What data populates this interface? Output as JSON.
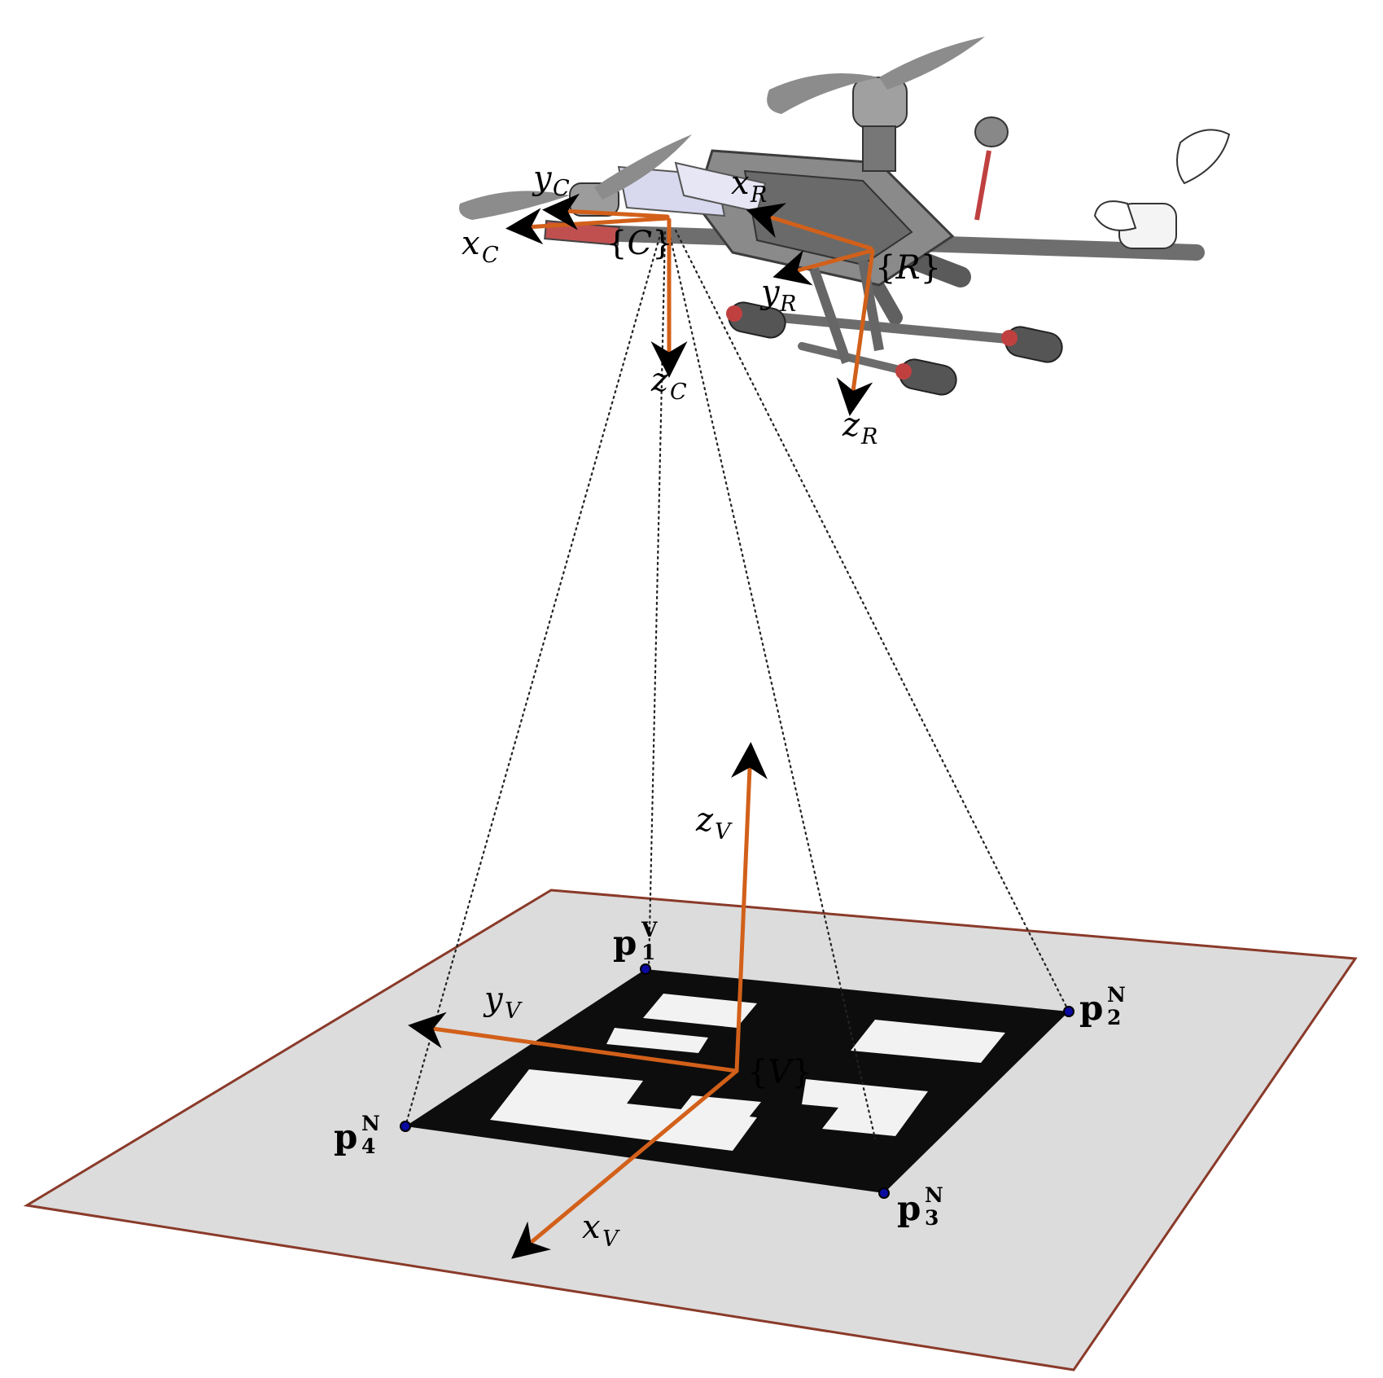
{
  "colors": {
    "axis": "#d2601a",
    "arrowhead": "#000000",
    "marker": "#111111",
    "ground": "#dcdcdc",
    "ground_edge": "#8a3a2a",
    "corner_point": "#0a0aa0",
    "drone_body": "#7a7a7a"
  },
  "icons": {
    "drone": "quadrotor-drone-icon",
    "marker": "fiducial-marker-icon"
  },
  "labels": {
    "camera_frame": {
      "open": "{",
      "letter": "C",
      "close": "}"
    },
    "robot_frame": {
      "open": "{",
      "letter": "R",
      "close": "}"
    },
    "marker_frame": {
      "open": "{",
      "letter": "V",
      "close": "}"
    },
    "x_C": {
      "base": "x",
      "sub": "C"
    },
    "y_C": {
      "base": "y",
      "sub": "C"
    },
    "z_C": {
      "base": "z",
      "sub": "C"
    },
    "x_R": {
      "base": "x",
      "sub": "R"
    },
    "y_R": {
      "base": "y",
      "sub": "R"
    },
    "z_R": {
      "base": "z",
      "sub": "R"
    },
    "x_V": {
      "base": "x",
      "sub": "V"
    },
    "y_V": {
      "base": "y",
      "sub": "V"
    },
    "z_V": {
      "base": "z",
      "sub": "V"
    },
    "p1": {
      "base": "p",
      "sub": "1",
      "sup": "V"
    },
    "p2": {
      "base": "p",
      "sub": "2",
      "sup": "N"
    },
    "p3": {
      "base": "p",
      "sub": "3",
      "sup": "N"
    },
    "p4": {
      "base": "p",
      "sub": "4",
      "sup": "N"
    }
  }
}
